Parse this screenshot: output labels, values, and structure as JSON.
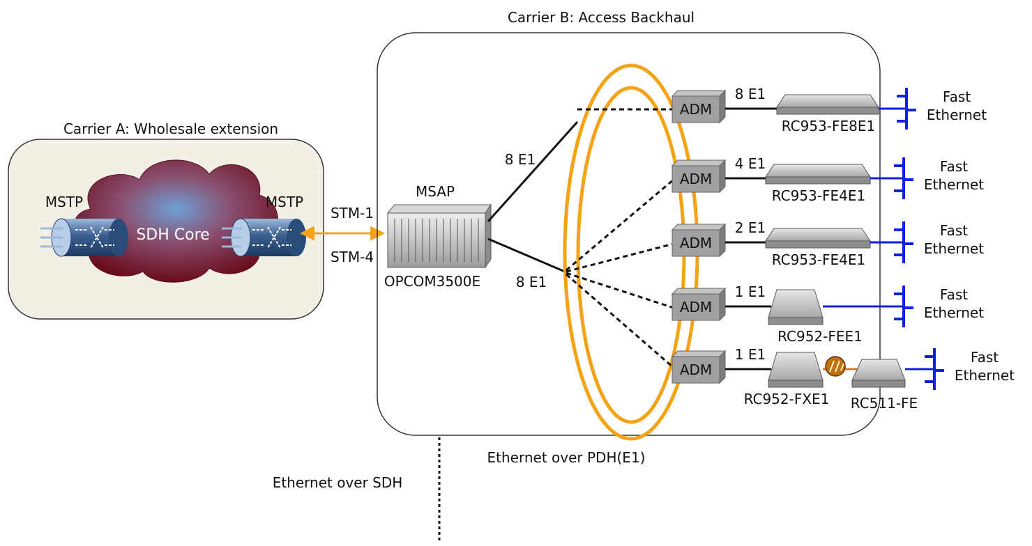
{
  "carrier_a": {
    "title": "Carrier A: Wholesale extension",
    "mstp_left": "MSTP",
    "mstp_right": "MSTP",
    "core_label": "SDH Core"
  },
  "links": {
    "stm1": "STM-1",
    "stm4": "STM-4",
    "upper_trunk": "8 E1",
    "lower_trunk": "8 E1"
  },
  "carrier_b": {
    "title": "Carrier B: Access Backhaul",
    "msap_label": "MSAP",
    "msap_model": "OPCOM3500E"
  },
  "branches": [
    {
      "adm": "ADM",
      "e1": "8 E1",
      "device": "RC953-FE8E1",
      "lan_label_1": "Fast",
      "lan_label_2": "Ethernet"
    },
    {
      "adm": "ADM",
      "e1": "4 E1",
      "device": "RC953-FE4E1",
      "lan_label_1": "Fast",
      "lan_label_2": "Ethernet"
    },
    {
      "adm": "ADM",
      "e1": "2 E1",
      "device": "RC953-FE4E1",
      "lan_label_1": "Fast",
      "lan_label_2": "Ethernet"
    },
    {
      "adm": "ADM",
      "e1": "1 E1",
      "device": "RC952-FEE1",
      "lan_label_1": "Fast",
      "lan_label_2": "Ethernet"
    },
    {
      "adm": "ADM",
      "e1": "1 E1",
      "device": "RC952-FXE1",
      "device2": "RC511-FE",
      "lan_label_1": "Fast",
      "lan_label_2": "Ethernet"
    }
  ],
  "zones": {
    "sdh": "Ethernet over SDH",
    "pdh": "Ethernet over PDH(E1)"
  },
  "colors": {
    "ring": "#f5a214",
    "stm_link": "#f5a214",
    "lan": "#1020e0",
    "fiber": "#e07818",
    "carrier_a_bg": "#f3efe4",
    "adm_fill": "#9a9a9a",
    "device_fill": "#c9c9c9",
    "cloud": "#7a1a2c",
    "mstp_tube": "#2a4c78"
  }
}
